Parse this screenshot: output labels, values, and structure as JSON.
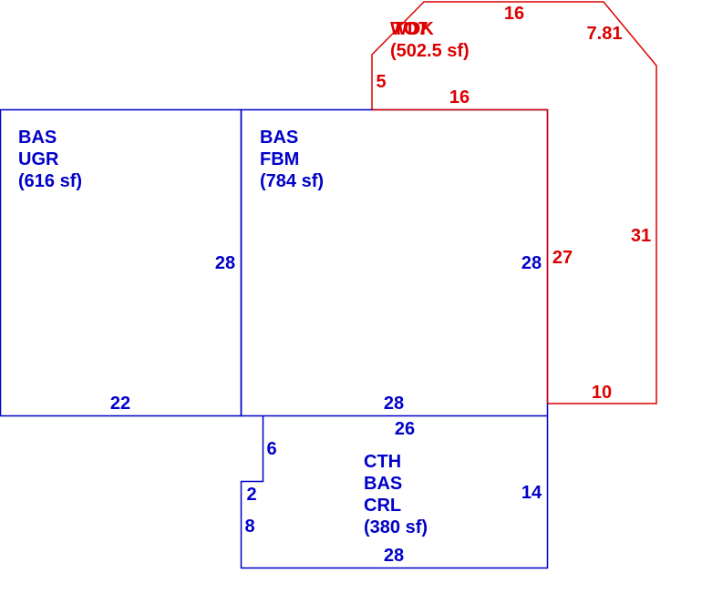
{
  "colors": {
    "blue": "#0000c8",
    "red": "#dc0000",
    "background": "#ffffff"
  },
  "areas": {
    "ugr": {
      "line1": "BAS",
      "line2": "UGR",
      "line3": "(616 sf)"
    },
    "fbm": {
      "line1": "BAS",
      "line2": "FBM",
      "line3": "(784 sf)"
    },
    "crl": {
      "line1": "CTH",
      "line2": "BAS",
      "line3": "CRL",
      "line4": "(380 sf)"
    },
    "wdk": {
      "line1a": "WDK",
      "line1b": "TO7",
      "line2": "(502.5 sf)"
    }
  },
  "dimensions": {
    "ugr_right": "28",
    "ugr_bottom": "22",
    "fbm_right": "28",
    "fbm_bottom": "28",
    "crl_top": "26",
    "crl_left_upper": "6",
    "crl_step": "2",
    "crl_left_lower": "8",
    "crl_right": "14",
    "crl_bottom": "28",
    "wdk_top": "16",
    "wdk_diag": "7.81",
    "wdk_left": "5",
    "wdk_inner_top": "16",
    "wdk_right": "31",
    "wdk_inner_right": "27",
    "wdk_bottom": "10"
  }
}
